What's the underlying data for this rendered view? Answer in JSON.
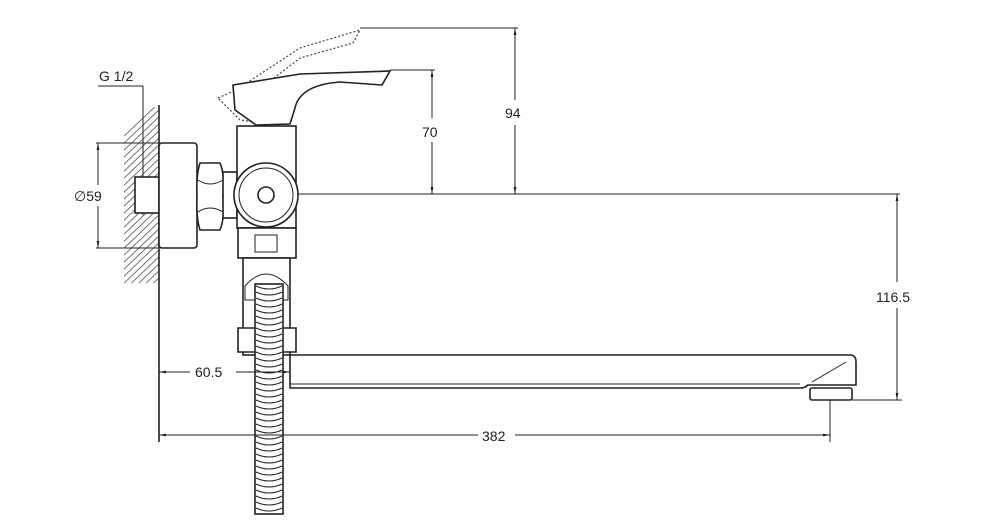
{
  "drawing": {
    "thread_label": "G 1/2",
    "flange_diameter_label": "∅59",
    "handle_raised_height_label": "94",
    "handle_height_label": "70",
    "spout_height_label": "116.5",
    "wall_offset_label": "60.5",
    "spout_reach_label": "382"
  }
}
